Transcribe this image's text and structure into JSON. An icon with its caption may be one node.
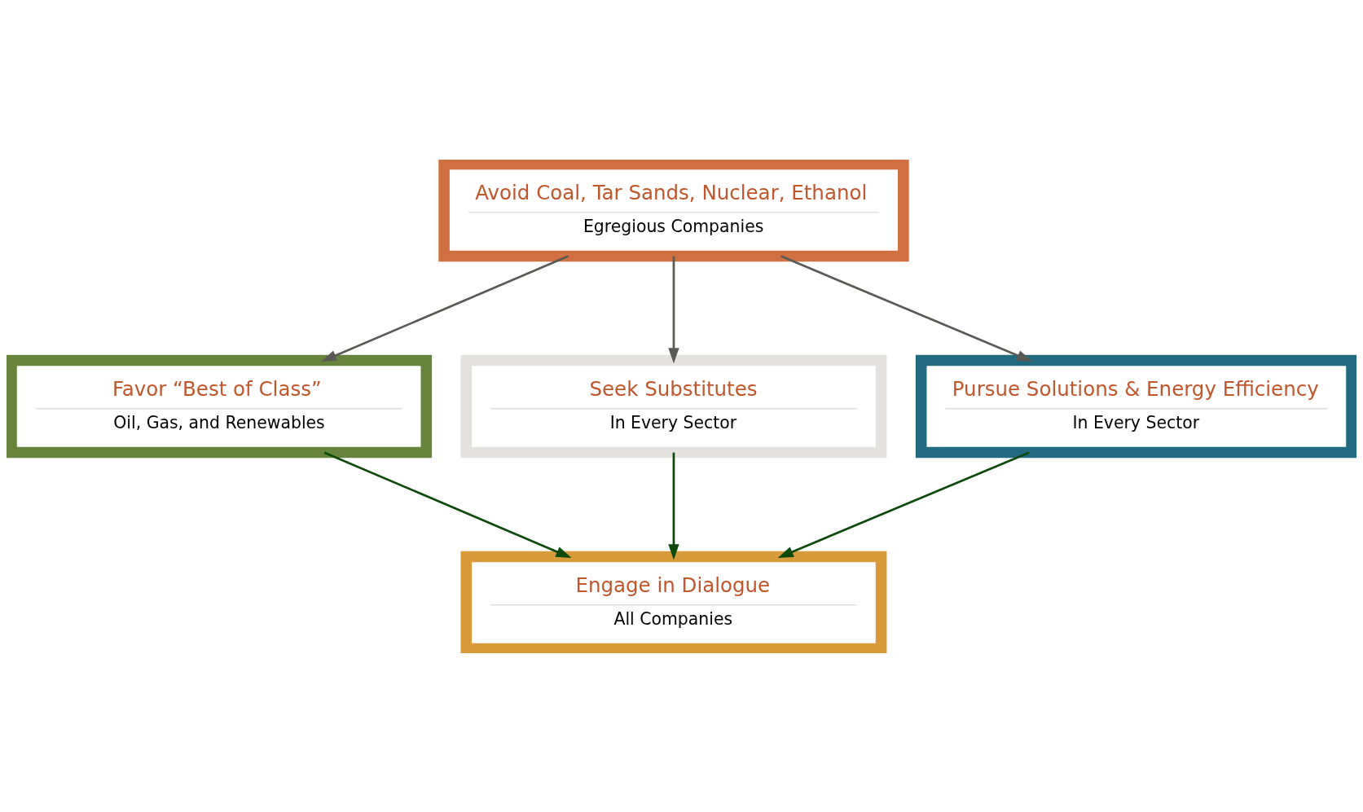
{
  "diagram": {
    "nodes": [
      {
        "text": [
          "Avoid Coal, Tar Sands, Nuclear, Ethanol",
          "Egregious Companies"
        ]
      },
      {
        "text": [
          "Favor “Best of Class”",
          "Oil, Gas, and Renewables"
        ]
      },
      {
        "text": [
          "Seek Substitutes",
          "In Every Sector"
        ]
      },
      {
        "text": [
          "Pursue Solutions & Energy Efficiency",
          "In Every Sector"
        ]
      },
      {
        "text": [
          "Engage in Dialogue",
          "All Companies"
        ]
      }
    ],
    "edges": [
      {
        "from": 0,
        "to": 1,
        "arrow": "to",
        "color": "#5a5a55"
      },
      {
        "from": 0,
        "to": 2,
        "arrow": "to",
        "color": "#5a5a55"
      },
      {
        "from": 0,
        "to": 3,
        "arrow": "to",
        "color": "#5a5a55"
      },
      {
        "from": 1,
        "to": 4,
        "arrow": "to",
        "color": "#0b4a0b"
      },
      {
        "from": 2,
        "to": 4,
        "arrow": "to",
        "color": "#0b4a0b"
      },
      {
        "from": 3,
        "to": 4,
        "arrow": "to",
        "color": "#0b4a0b"
      }
    ]
  }
}
